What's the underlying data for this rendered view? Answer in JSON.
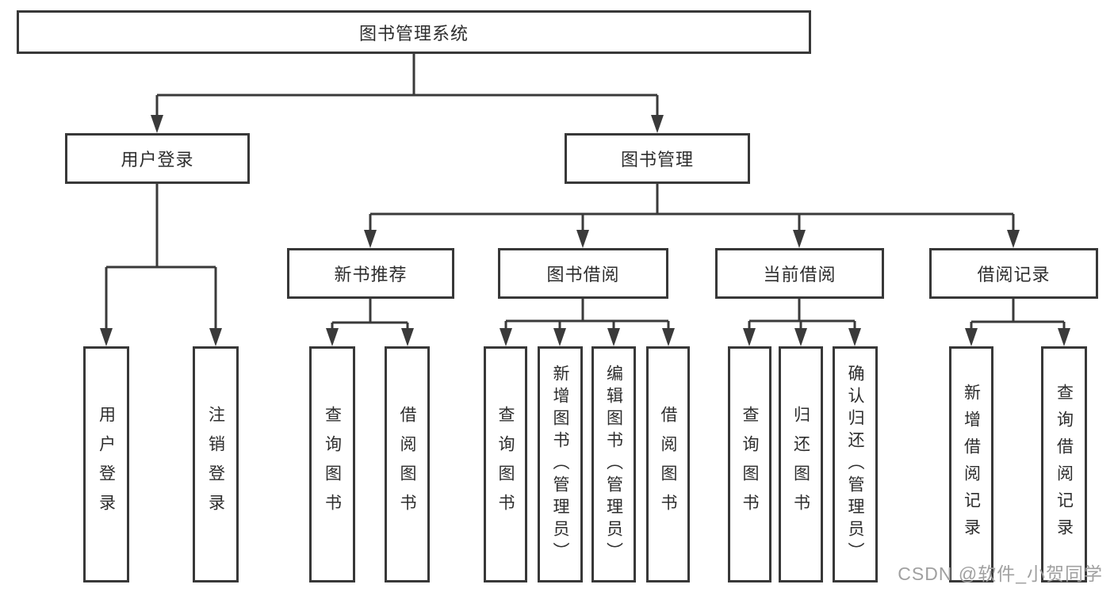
{
  "diagram": {
    "title": "图书管理系统",
    "root": {
      "label": "图书管理系统"
    },
    "level2": [
      {
        "label": "用户登录"
      },
      {
        "label": "图书管理"
      }
    ],
    "level3": [
      {
        "label": "新书推荐",
        "parent": "图书管理"
      },
      {
        "label": "图书借阅",
        "parent": "图书管理"
      },
      {
        "label": "当前借阅",
        "parent": "图书管理"
      },
      {
        "label": "借阅记录",
        "parent": "图书管理"
      }
    ],
    "leaves": [
      {
        "label": "用户登录",
        "parent": "用户登录"
      },
      {
        "label": "注销登录",
        "parent": "用户登录"
      },
      {
        "label": "查询图书",
        "parent": "新书推荐"
      },
      {
        "label": "借阅图书",
        "parent": "新书推荐"
      },
      {
        "label": "查询图书",
        "parent": "图书借阅"
      },
      {
        "label": "新增图书（管理员）",
        "parent": "图书借阅"
      },
      {
        "label": "编辑图书（管理员）",
        "parent": "图书借阅"
      },
      {
        "label": "借阅图书",
        "parent": "图书借阅"
      },
      {
        "label": "查询图书",
        "parent": "当前借阅"
      },
      {
        "label": "归还图书",
        "parent": "当前借阅"
      },
      {
        "label": "确认归还（管理员）",
        "parent": "当前借阅"
      },
      {
        "label": "新增借阅记录",
        "parent": "借阅记录"
      },
      {
        "label": "查询借阅记录",
        "parent": "借阅记录"
      }
    ],
    "colors": {
      "line": "#3a3a3a",
      "border": "#383838",
      "text": "#2d2d2d",
      "watermark_text_color": "#a0a0a0",
      "background": "#ffffff"
    }
  },
  "watermark": "CSDN @软件_小贺同学"
}
